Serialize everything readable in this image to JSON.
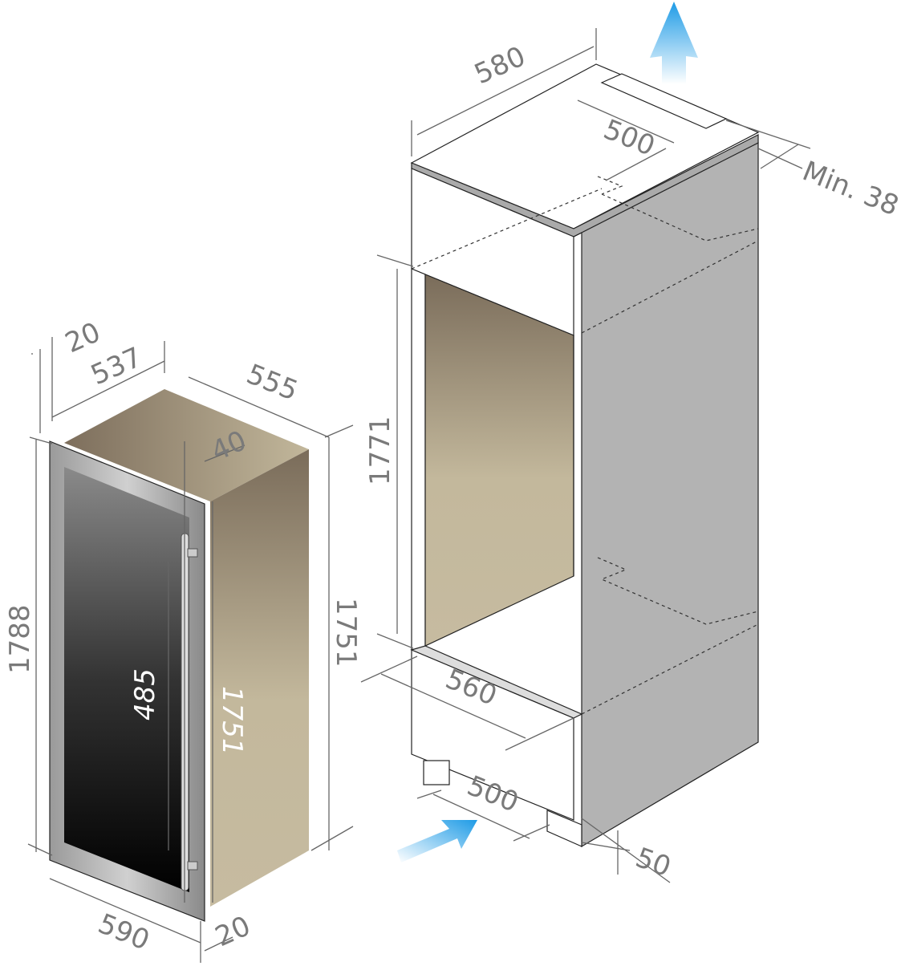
{
  "title": "Built-in wine cooler installation dimensions (mm)",
  "colors": {
    "airflow": "#1e9be6",
    "dimension_line": "#666666",
    "label": "#7a7a7a",
    "cabinet_side": "#b3b3b3",
    "niche": "#c3b89c"
  },
  "cabinet": {
    "top_depth": "580",
    "vent_depth": "500",
    "vent_gap": "Min. 38",
    "niche_height": "1771",
    "niche_width": "560",
    "plinth_depth": "500",
    "plinth_gap": "50"
  },
  "appliance": {
    "door_offset": "20",
    "body_width": "537",
    "body_depth": "555",
    "handle_offset": "40",
    "total_height": "1788",
    "side_height": "1751",
    "handle_length": "485",
    "inner_height": "1751",
    "door_width": "590",
    "door_thickness": "20"
  }
}
